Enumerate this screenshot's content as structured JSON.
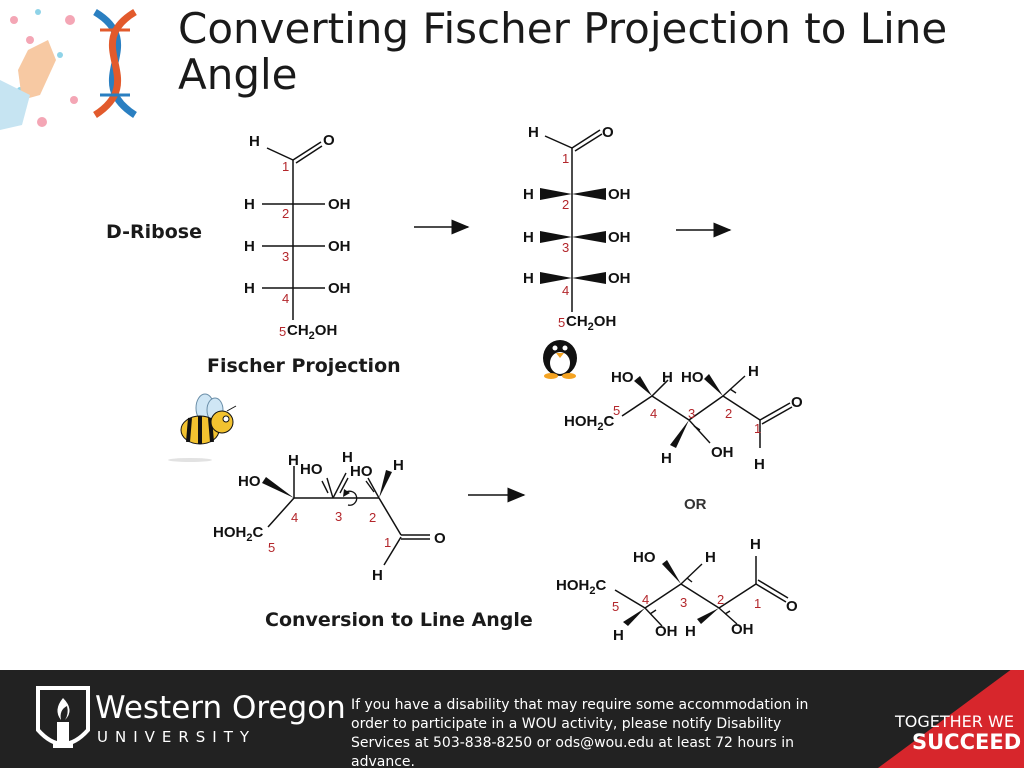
{
  "slide": {
    "title": "Converting Fischer Projection to Line Angle",
    "labels": {
      "d_ribose": "D-Ribose",
      "fischer": "Fischer Projection",
      "conversion": "Conversion to Line Angle",
      "or": "OR"
    }
  },
  "atoms": {
    "h": "H",
    "o": "O",
    "oh": "OH",
    "ho": "HO",
    "ch2oh": "CH",
    "ch2oh_tail": "OH",
    "hoh2c": "HOH",
    "hoh2c_tail": "C",
    "sub2": "2"
  },
  "carbon_numbers": [
    "1",
    "2",
    "3",
    "4",
    "5"
  ],
  "footer": {
    "university_name": "Western Oregon",
    "university_sub": "UNIVERSITY",
    "notice": "If you have a disability that may require some accommodation in order to participate in a WOU activity, please notify Disability Services at 503-838-8250 or ods@wou.edu at least 72 hours in advance.",
    "tagline_line1": "TOGETHER WE",
    "tagline_line2": "SUCCEED"
  },
  "colors": {
    "accent_red": "#d7262c",
    "number_red": "#b3262b",
    "footer_bg": "#222222"
  },
  "icons": [
    "dna-illustration-icon",
    "penguin-icon",
    "bee-icon",
    "torch-logo-icon",
    "rotate-arrow-icon"
  ]
}
